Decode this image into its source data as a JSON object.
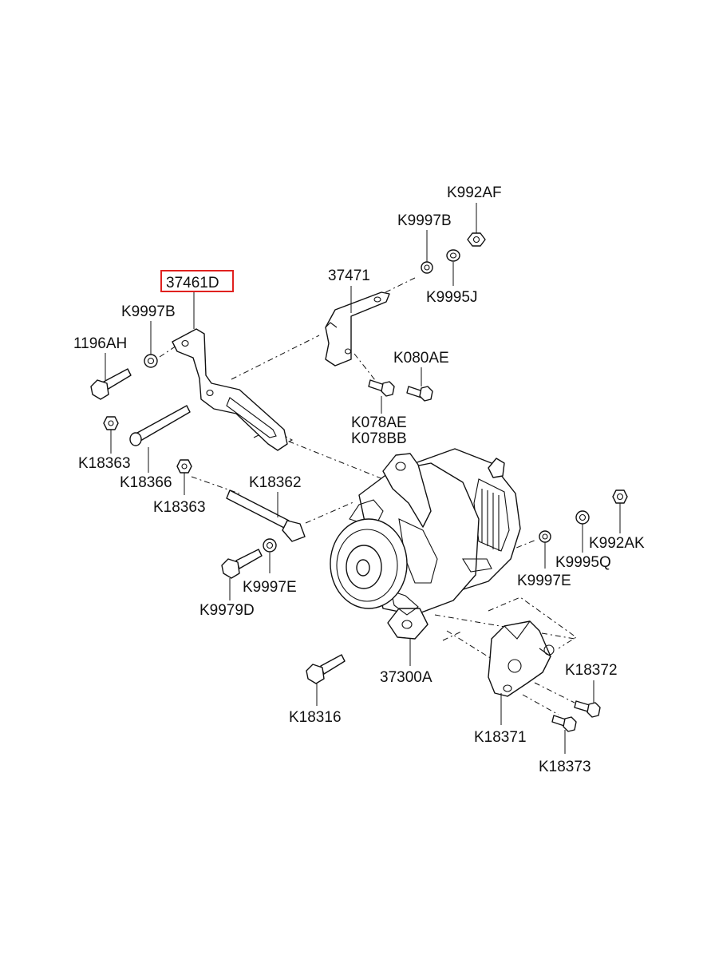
{
  "diagram": {
    "highlight_color": "#e0211f",
    "labels": {
      "K992AF": "K992AF",
      "K9997B_top": "K9997B",
      "p37471": "37471",
      "K9995J": "K9995J",
      "p37461D": "37461D",
      "K9997B_left": "K9997B",
      "p1196AH": "1196AH",
      "K080AE": "K080AE",
      "K078AE": "K078AE",
      "K078BB": "K078BB",
      "K18363_a": "K18363",
      "K18366": "K18366",
      "K18362": "K18362",
      "K18363_b": "K18363",
      "K9997E_left": "K9997E",
      "K9979D": "K9979D",
      "K992AK": "K992AK",
      "K9995Q": "K9995Q",
      "K9997E_right": "K9997E",
      "p37300A": "37300A",
      "K18372": "K18372",
      "K18316": "K18316",
      "K18371": "K18371",
      "K18373": "K18373"
    }
  }
}
